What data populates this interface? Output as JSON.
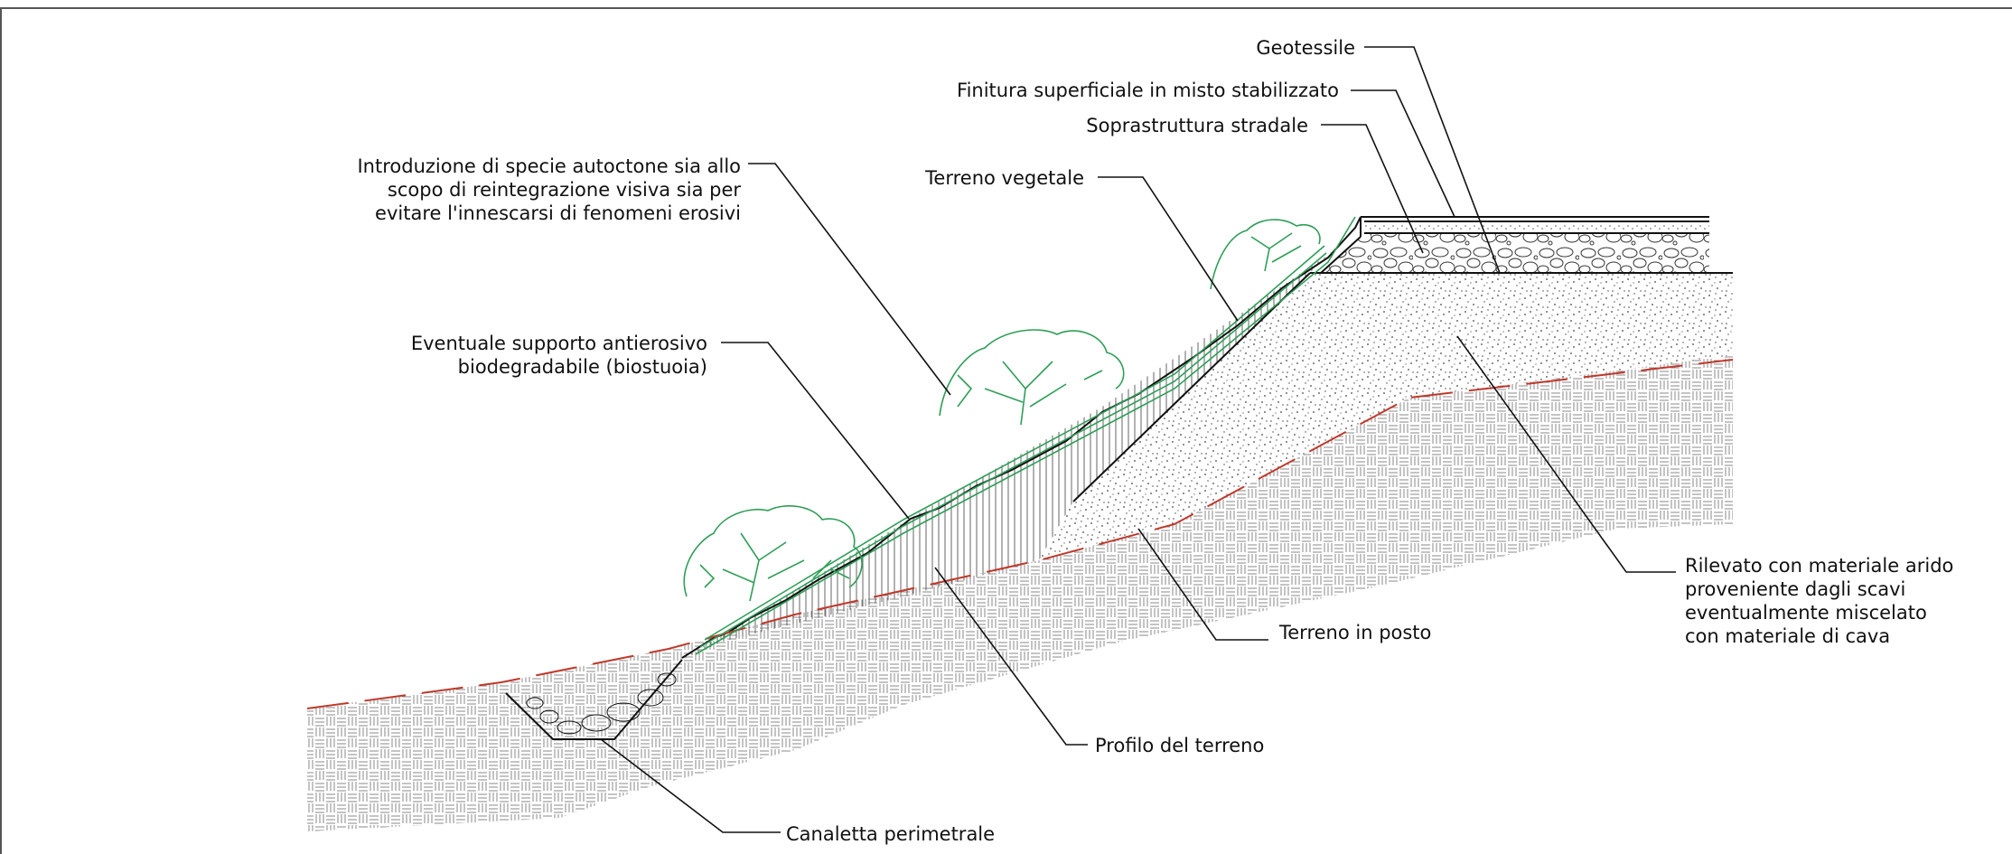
{
  "labels": {
    "geotessile": "Geotessile",
    "finitura": "Finitura superficiale in misto stabilizzato",
    "soprastruttura": "Soprastruttura stradale",
    "terreno_vegetale": "Terreno vegetale",
    "introduzione": [
      "Introduzione di specie autoctone sia allo",
      "scopo di reintegrazione visiva sia per",
      "evitare l'innescarsi di fenomeni erosivi"
    ],
    "supporto": [
      "Eventuale supporto antierosivo",
      "biodegradabile (biostuoia)"
    ],
    "rilevato": [
      "Rilevato con materiale arido",
      "proveniente dagli scavi",
      "eventualmente miscelato",
      "con materiale di cava"
    ],
    "terreno_in_posto": "Terreno in posto",
    "profilo": "Profilo del terreno",
    "canaletta": "Canaletta perimetrale"
  },
  "colors": {
    "line": "#111111",
    "vegetation": "#2e9e57",
    "ground_profile": "#c0392b",
    "hatch": "#777777",
    "frame": "#555555"
  }
}
